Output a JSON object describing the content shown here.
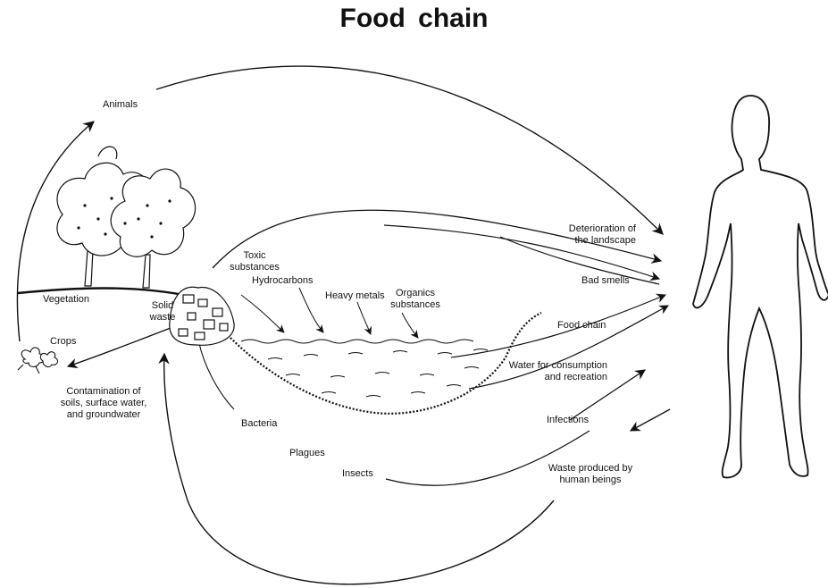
{
  "title": "Food  chain",
  "labels": {
    "animals": "Animals",
    "deterioration_1": "Deterioration of",
    "deterioration_2": "the landscape",
    "bad_smells": "Bad smells",
    "toxic_1": "Toxic",
    "toxic_2": "substances",
    "hydrocarbons": "Hydrocarbons",
    "heavy_metals": "Heavy metals",
    "organics_1": "Organics",
    "organics_2": "substances",
    "vegetation": "Vegetation",
    "solid_waste_1": "Solid",
    "solid_waste_2": "waste",
    "crops": "Crops",
    "food_chain": "Food chain",
    "water_1": "Water for consumption",
    "water_2": "and recreation",
    "contamination_1": "Contamination of",
    "contamination_2": "soils, surface water,",
    "contamination_3": "and groundwater",
    "bacteria": "Bacteria",
    "plagues": "Plagues",
    "insects": "Insects",
    "infections": "Infections",
    "waste_human_1": "Waste produced by",
    "waste_human_2": "human beings"
  },
  "colors": {
    "ink": "#111111",
    "background": "#ffffff"
  }
}
